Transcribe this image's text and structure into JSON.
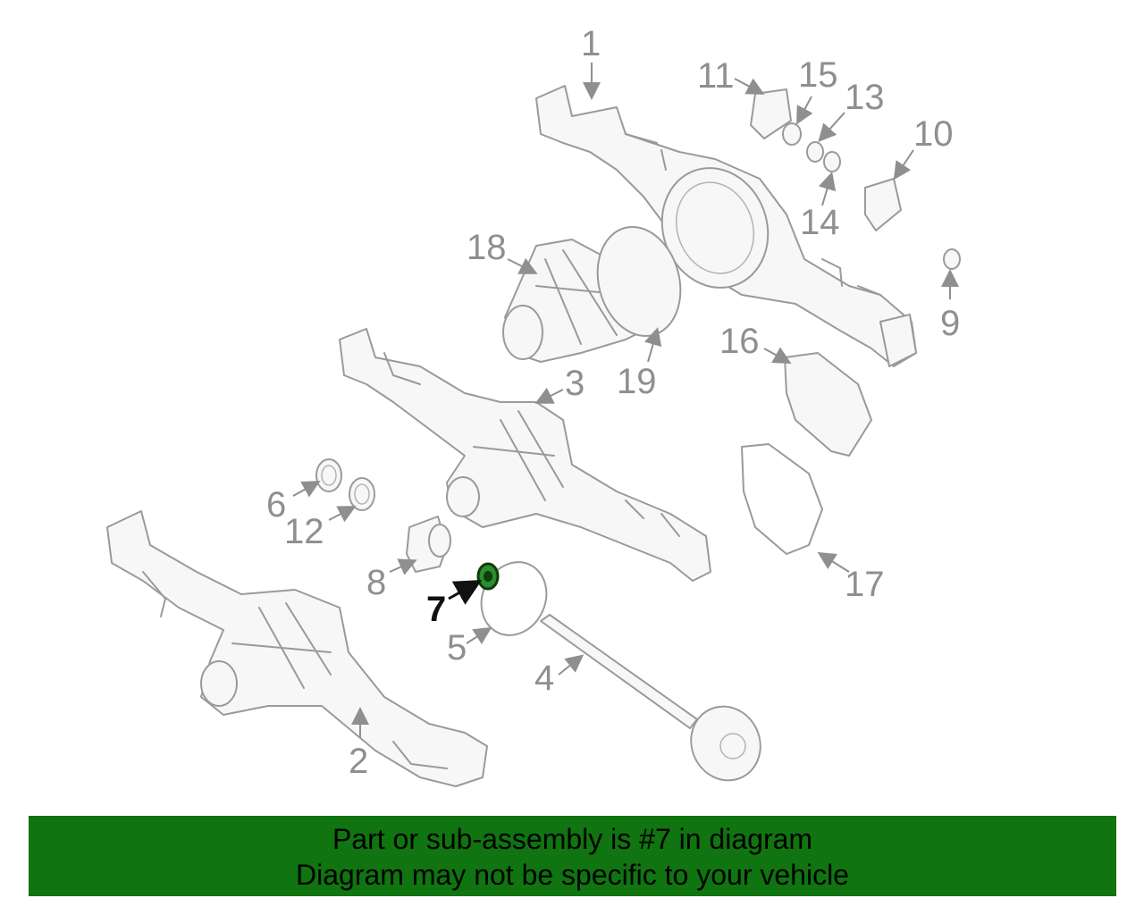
{
  "diagram": {
    "highlight_color": "#2e8b2e",
    "highlighted_part": "7",
    "callouts": [
      "1",
      "2",
      "3",
      "4",
      "5",
      "6",
      "7",
      "8",
      "9",
      "10",
      "11",
      "12",
      "13",
      "14",
      "15",
      "16",
      "17",
      "18",
      "19"
    ]
  },
  "banner": {
    "background_color": "#107410",
    "line1": "Part or sub-assembly is #7 in diagram",
    "line2": "Diagram may not be specific to your vehicle"
  }
}
